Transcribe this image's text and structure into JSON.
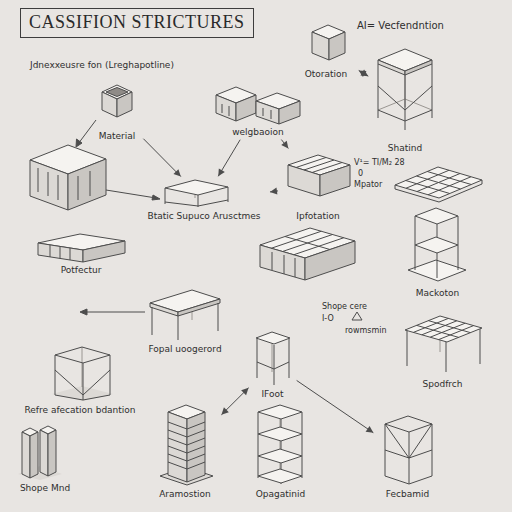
{
  "diagram": {
    "title": "CASSIFION STRICTURES",
    "nodes": [
      {
        "text": [
          "Otoration"
        ]
      },
      {
        "text": [
          "Material"
        ]
      },
      {
        "text": [
          "welgbaoion"
        ]
      },
      {
        "text": [
          "Shatind"
        ]
      },
      {
        "text": [
          "Btatic Supuco Arusctmes"
        ]
      },
      {
        "text": [
          "Ipfotation"
        ]
      },
      {
        "text": [
          "Potfectur"
        ]
      },
      {
        "text": [
          "Mackoton"
        ]
      },
      {
        "text": [
          "Fopal uoogerord"
        ]
      },
      {
        "text": [
          "Refre afecation bdantion"
        ]
      },
      {
        "text": [
          "IFoot"
        ]
      },
      {
        "text": [
          "Spodfrch"
        ]
      },
      {
        "text": [
          "Shope Mnd"
        ]
      },
      {
        "text": [
          "Aramostion"
        ]
      },
      {
        "text": [
          "Opagatinid"
        ]
      },
      {
        "text": [
          "Fecbamid"
        ]
      }
    ],
    "edges": [
      {
        "from": 0,
        "to": 3,
        "arrow": "both"
      },
      {
        "from": 1,
        "to": 4,
        "arrow": "to"
      },
      {
        "from": 2,
        "to": 4,
        "arrow": "to"
      },
      {
        "from": 2,
        "to": 5,
        "arrow": "to"
      },
      {
        "from": 5,
        "to": 4,
        "arrow": "to"
      },
      {
        "from": 10,
        "to": 13,
        "arrow": "both"
      },
      {
        "from": 10,
        "to": 15,
        "arrow": "to"
      }
    ],
    "labels": [
      "Jdnexxeusre fon (Lreghapotline)",
      "AI= Vecfendntion",
      "V¹= TI/M₂ 28",
      "0",
      "Mpator",
      "Shope cere",
      "I-O",
      "rowmsmin"
    ]
  }
}
